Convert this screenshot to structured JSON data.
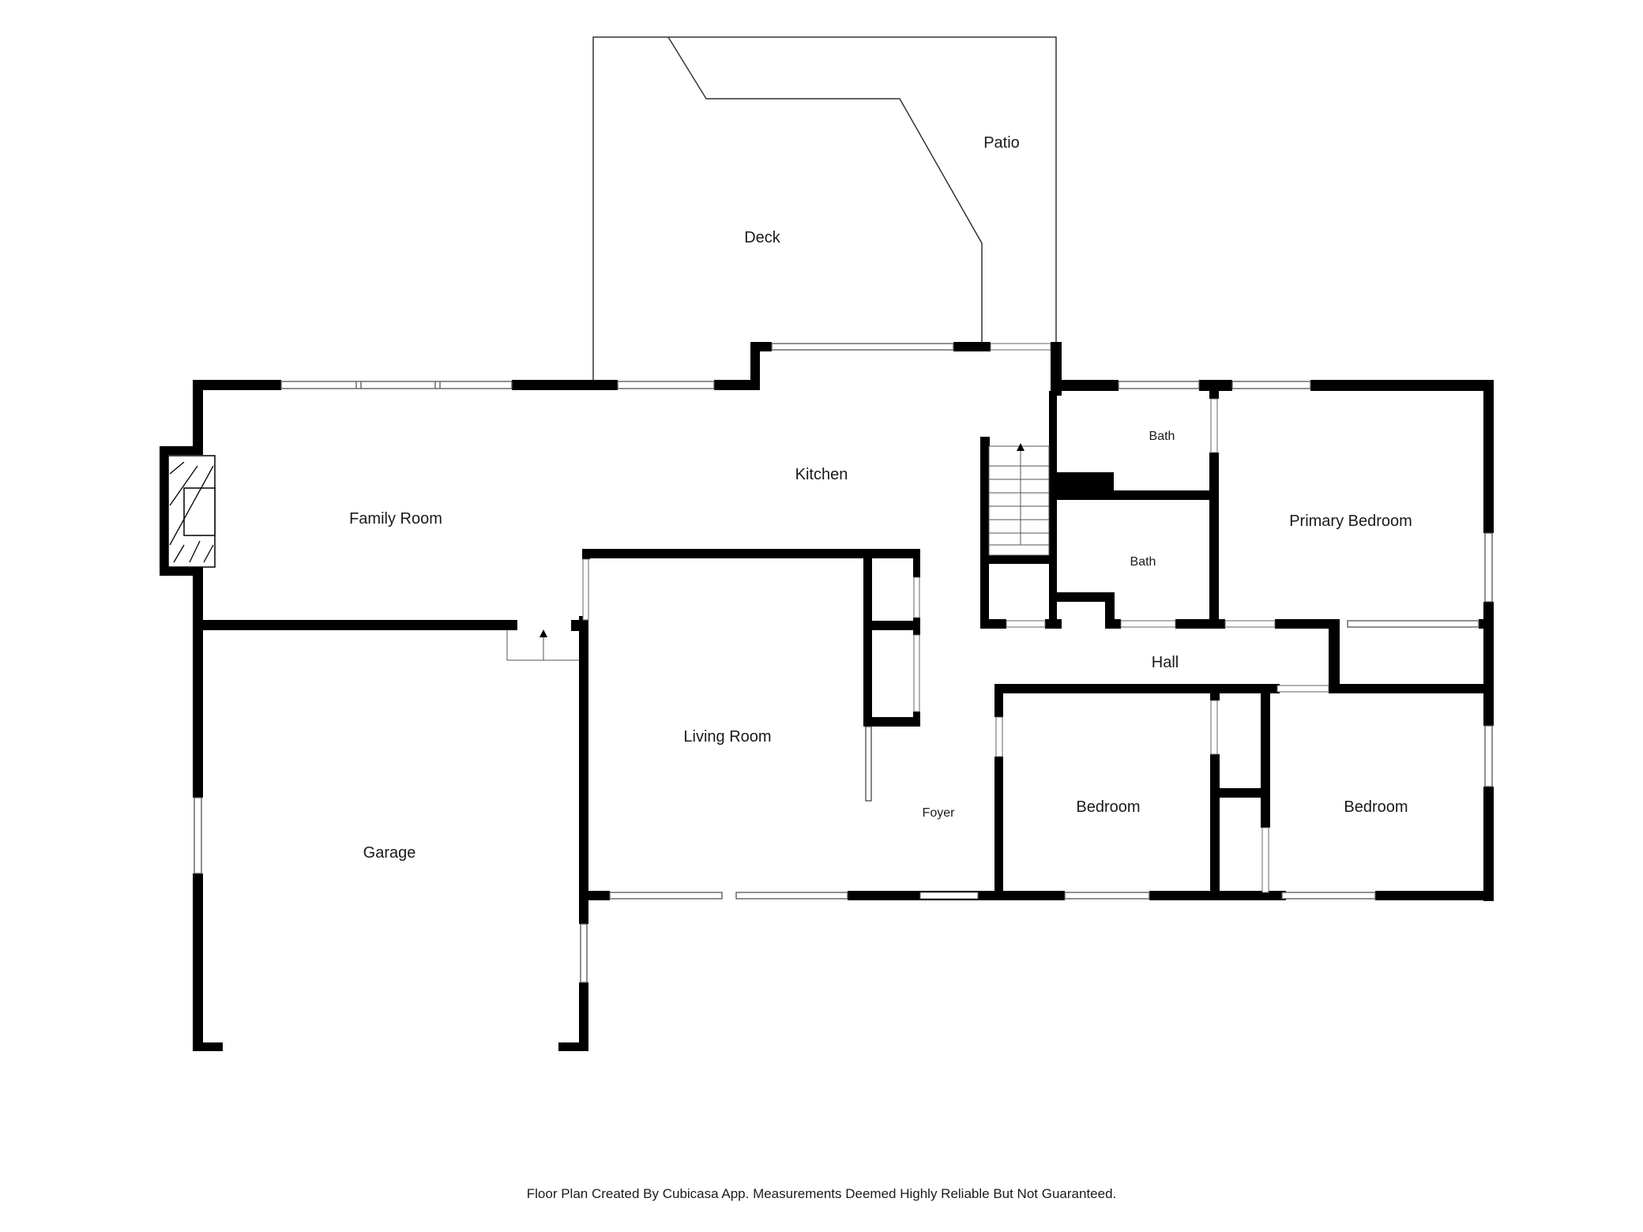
{
  "rooms": {
    "patio": "Patio",
    "deck": "Deck",
    "kitchen": "Kitchen",
    "family_room": "Family Room",
    "bath_upper": "Bath",
    "bath_lower": "Bath",
    "primary_bedroom": "Primary Bedroom",
    "hall": "Hall",
    "living_room": "Living Room",
    "foyer": "Foyer",
    "garage": "Garage",
    "bedroom_middle": "Bedroom",
    "bedroom_right": "Bedroom"
  },
  "footer": "Floor Plan Created By Cubicasa App. Measurements Deemed Highly Reliable But Not Guaranteed."
}
